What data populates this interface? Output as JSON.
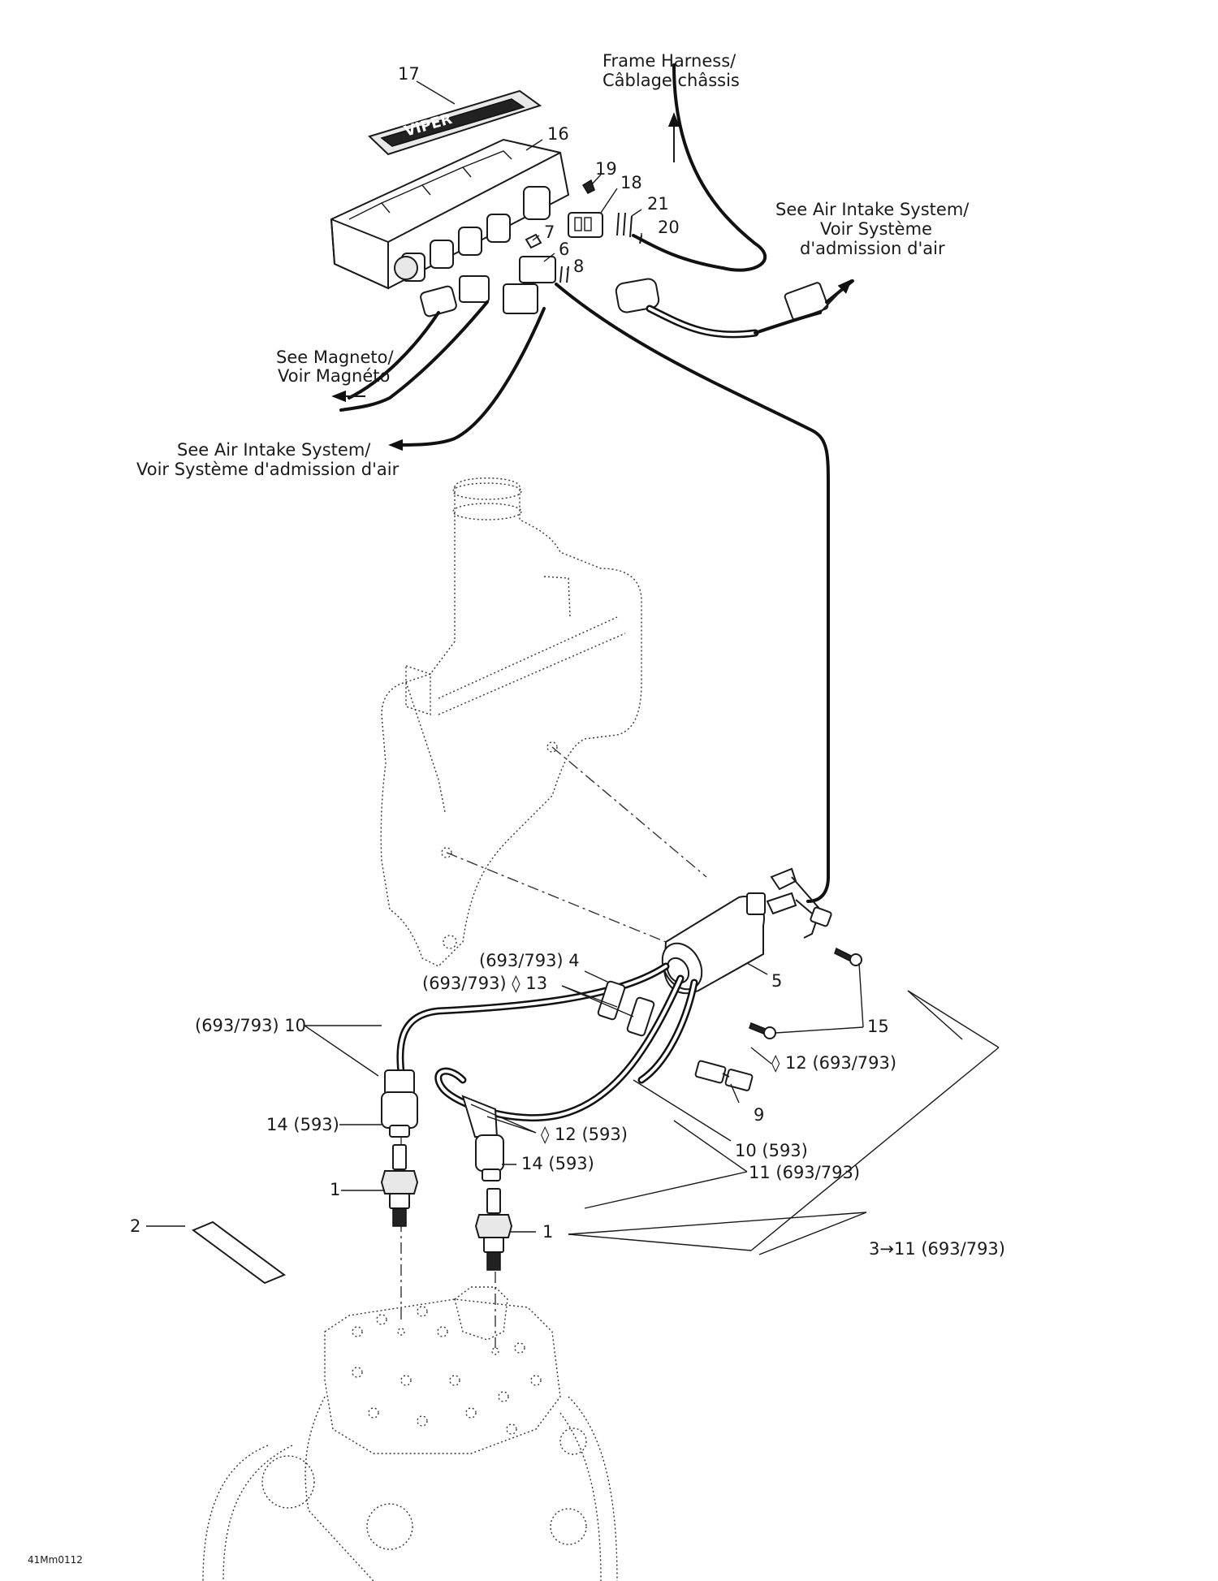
{
  "callouts": {
    "c17": "17",
    "c16": "16",
    "c19": "19",
    "c18": "18",
    "c21": "21",
    "c20": "20",
    "c7": "7",
    "c6": "6",
    "c8": "8",
    "c4": "(693/793) 4",
    "c13": "(693/793) ◊ 13",
    "c5": "5",
    "c15": "15",
    "c10a": "(693/793) 10",
    "c12a": "◊ 12 (693/793)",
    "c9": "9",
    "c14a": "14 (593)",
    "c12b": "◊ 12 (593)",
    "c10b": "10 (593)",
    "c14b": "14 (593)",
    "c11": "11 (693/793)",
    "c1a": "1",
    "c1b": "1",
    "c2": "2",
    "c3_11": "3→11 (693/793)"
  },
  "references": {
    "frame_harness_en": "Frame Harness/",
    "frame_harness_fr": "Câblage châssis",
    "air_intake_top_en": "See Air Intake System/",
    "air_intake_top_fr1": "Voir Système",
    "air_intake_top_fr2": "d'admission d'air",
    "magneto_en": "See Magneto/",
    "magneto_fr": "Voir Magnéto",
    "air_intake_left_en": "See Air Intake System/",
    "air_intake_left_fr": "Voir Système d'admission d'air"
  },
  "drawing_id": "41Mm0112"
}
